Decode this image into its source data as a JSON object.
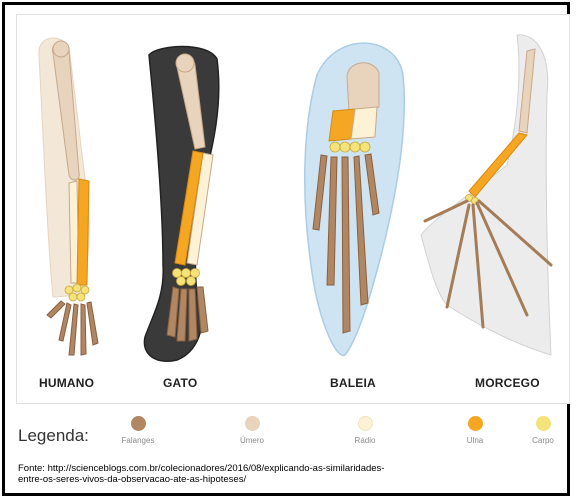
{
  "labels": {
    "humano": "HUMANO",
    "gato": "GATO",
    "baleia": "BALEIA",
    "morcego": "MORCEGO"
  },
  "legend": {
    "title": "Legenda:",
    "items": [
      {
        "label": "Falanges",
        "color": "#b08663"
      },
      {
        "label": "Úmero",
        "color": "#e8d3bd"
      },
      {
        "label": "Rádio",
        "color": "#fdf2d6"
      },
      {
        "label": "Ulna",
        "color": "#f5a623"
      },
      {
        "label": "Carpo",
        "color": "#f4e27a"
      }
    ]
  },
  "source": {
    "line1": "Fonte: http://scienceblogs.com.br/colecionadores/2016/08/explicando-as-similaridades-",
    "line2": "entre-os-seres-vivos-da-observacao-ate-as-hipoteses/"
  },
  "colors": {
    "falanges": "#b08663",
    "umero": "#e8d3bd",
    "radio": "#fdf2d6",
    "ulna": "#f5a623",
    "carpo": "#f4e27a",
    "cat_fur": "#3a3a3a",
    "whale_fin": "#cfe4f3",
    "bat_wing": "#ececec"
  }
}
